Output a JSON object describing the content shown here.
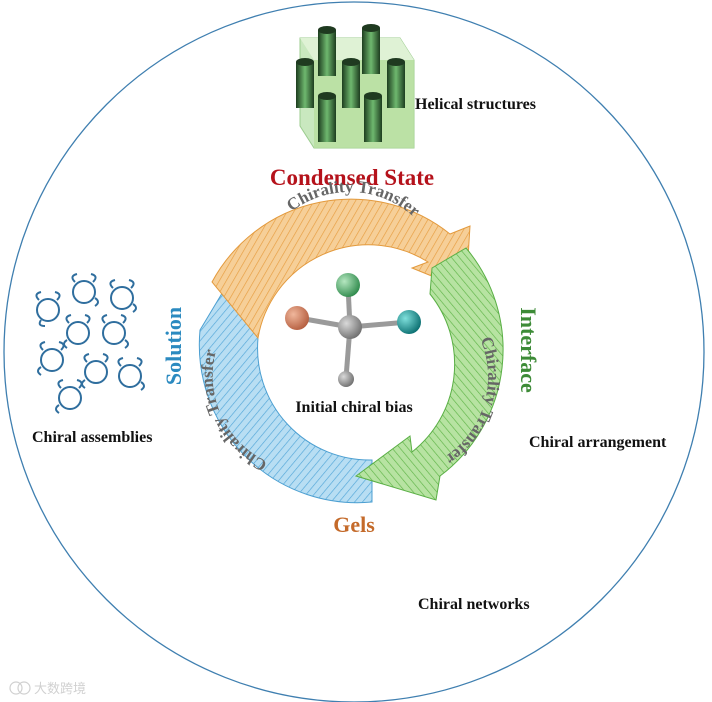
{
  "center_label": "Initial chiral bias",
  "states": {
    "condensed": {
      "title": "Condensed State",
      "caption": "Helical structures"
    },
    "solution": {
      "title": "Solution",
      "caption": "Chiral assemblies"
    },
    "interface": {
      "title": "Interface",
      "caption": "Chiral arrangement"
    },
    "gels": {
      "title": "Gels",
      "caption": "Chiral networks"
    }
  },
  "cycle": {
    "top_arrow": "Chirality Transfer",
    "right_arrow": "Chirality Transfer",
    "left_arrow": "Chirality Transfer"
  },
  "watermark": "大数跨境",
  "colors": {
    "condensed": "#b5121b",
    "solution": "#2b8ac0",
    "interface": "#3d8b37",
    "gels": "#c46a2a",
    "orange_arrow": "#f0b870",
    "green_arrow": "#8ccf6f",
    "blue_arrow": "#7fc0e6",
    "outer_circle": "#3f7fb0"
  }
}
